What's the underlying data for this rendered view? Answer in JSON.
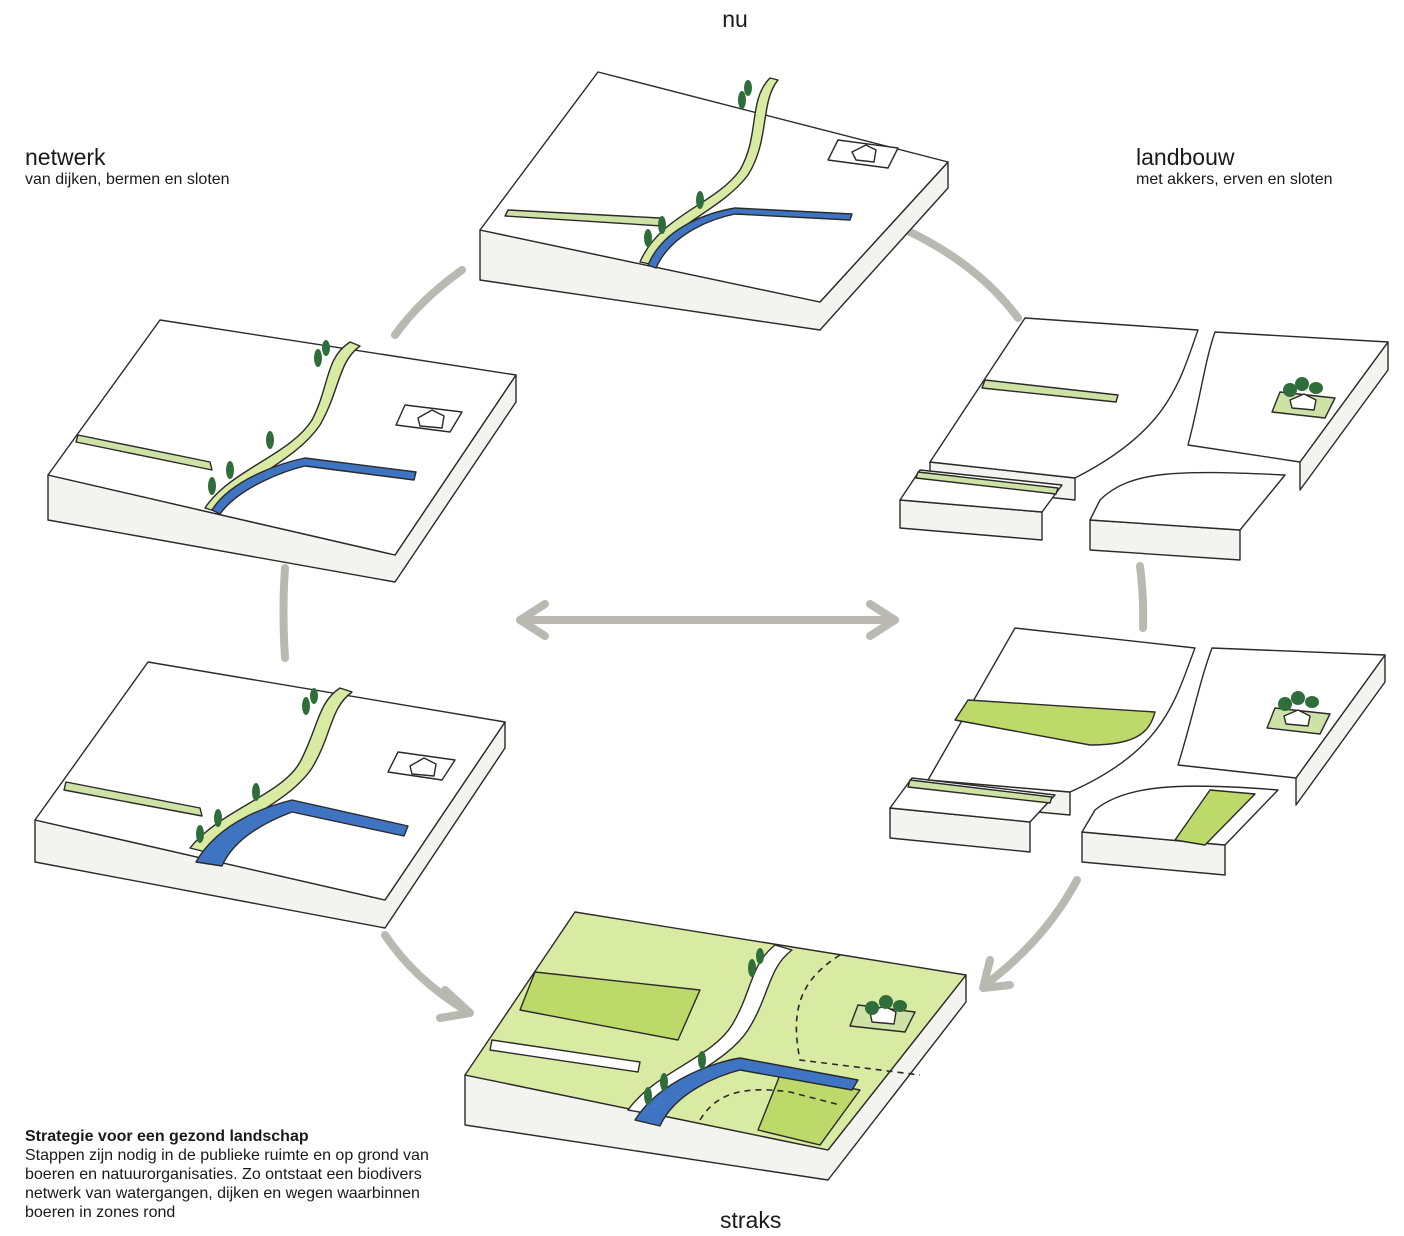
{
  "labels": {
    "top": "nu",
    "bottom": "straks",
    "left_title": "netwerk",
    "left_sub": "van dijken, bermen en sloten",
    "right_title": "landbouw",
    "right_sub": "met akkers, erven en sloten"
  },
  "caption": {
    "heading": "Strategie voor een gezond landschap",
    "body": "Stappen zijn nodig in de publieke ruimte en op grond van boeren en natuurorganisaties. Zo ontstaat een biodivers netwerk van watergangen, dijken en wegen waarbinnen boeren in zones rond"
  },
  "colors": {
    "water": "#3f74c2",
    "berm": "#cfe2a6",
    "field_light": "#d9eaa2",
    "field_mid": "#bcd96a",
    "arrow": "#b9b9b1",
    "outline": "#2a2a2a",
    "tree": "#2f6d3a"
  }
}
